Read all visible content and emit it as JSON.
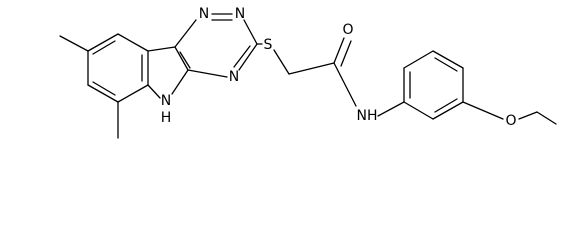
{
  "molecule": {
    "atoms": {
      "n1": "N",
      "n2": "N",
      "n3": "N",
      "s": "S",
      "o_carbonyl": "O",
      "nh_amide": "NH",
      "nh_indole": "N",
      "h_indole": "H",
      "o_ether": "O"
    }
  }
}
